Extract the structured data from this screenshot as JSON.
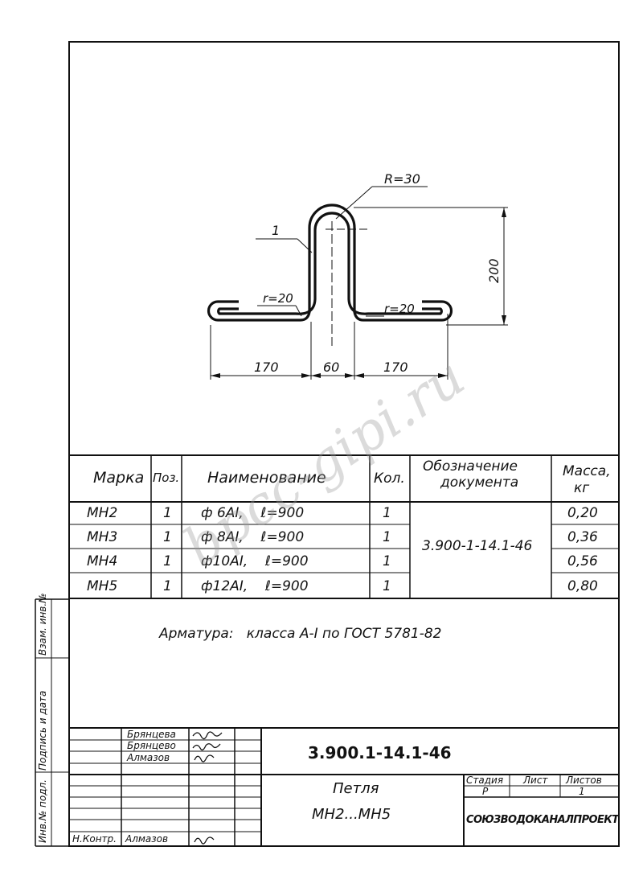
{
  "drawing": {
    "radius_label": "R=30",
    "position_label": "1",
    "bend_left_label": "r=20",
    "bend_right_label": "r=20",
    "height_label": "200",
    "dim_left": "170",
    "dim_mid": "60",
    "dim_right": "170"
  },
  "table": {
    "headers": {
      "mark": "Марка",
      "pos": "Поз.",
      "name": "Наименование",
      "qty": "Кол.",
      "doc_line1": "Обозначение",
      "doc_line2": "документа",
      "mass_line1": "Масса,",
      "mass_line2": "кг"
    },
    "rows": [
      {
        "mark": "МН2",
        "pos": "1",
        "name": "ф 6АI,    ℓ=900",
        "qty": "1",
        "mass": "0,20"
      },
      {
        "mark": "МН3",
        "pos": "1",
        "name": "ф 8АI,    ℓ=900",
        "qty": "1",
        "mass": "0,36"
      },
      {
        "mark": "МН4",
        "pos": "1",
        "name": "ф10АI,    ℓ=900",
        "qty": "1",
        "mass": "0,56"
      },
      {
        "mark": "МН5",
        "pos": "1",
        "name": "ф12АI,    ℓ=900",
        "qty": "1",
        "mass": "0,80"
      }
    ],
    "document": "3.900-1-14.1-46"
  },
  "note": "Арматура:   класса А-I по ГОСТ 5781-82",
  "title_block": {
    "names": [
      "Брянцева",
      "Брянцево",
      "Алмазов"
    ],
    "normcontrol_role": "Н.Контр.",
    "normcontrol_name": "Алмазов",
    "code": "3.900.1-14.1-46",
    "title_line1": "Петля",
    "title_line2": "МН2...МН5",
    "stage_header": "Стадия",
    "sheet_header": "Лист",
    "sheets_header": "Листов",
    "stage_value": "Р",
    "sheets_value": "1",
    "organization": "СОЮЗВОДОКАНАЛПРОЕКТ"
  },
  "side_stamp": {
    "inv_orig": "Инв.№ подл.",
    "sign_date": "Подпись и дата",
    "replaces": "Взам. инв.№"
  },
  "watermark": "bpcc-gipi.ru"
}
